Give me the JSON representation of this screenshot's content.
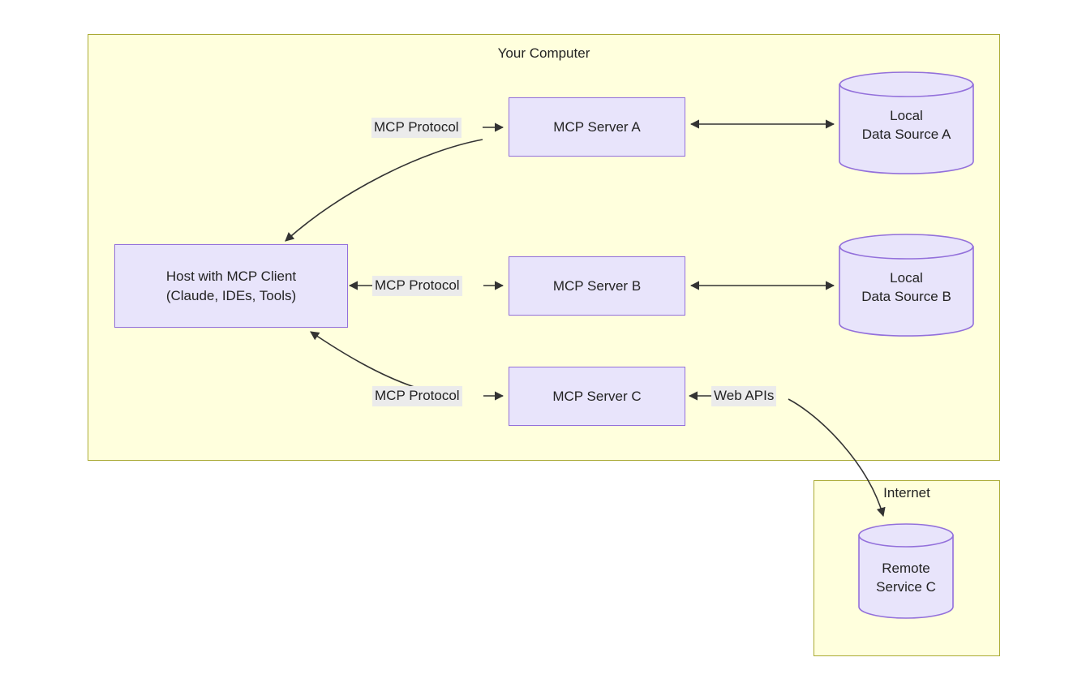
{
  "diagram": {
    "title_visible": false,
    "containers": [
      {
        "id": "your-computer",
        "label": "Your Computer"
      },
      {
        "id": "internet",
        "label": "Internet"
      }
    ],
    "nodes": {
      "host": {
        "line1": "Host with MCP Client",
        "line2": "(Claude, IDEs, Tools)"
      },
      "server_a": {
        "label": "MCP Server A"
      },
      "server_b": {
        "label": "MCP Server B"
      },
      "server_c": {
        "label": "MCP Server C"
      },
      "data_a": {
        "line1": "Local",
        "line2": "Data Source A"
      },
      "data_b": {
        "line1": "Local",
        "line2": "Data Source B"
      },
      "remote_c": {
        "line1": "Remote",
        "line2": "Service C"
      }
    },
    "edge_labels": {
      "protocol_a": "MCP Protocol",
      "protocol_b": "MCP Protocol",
      "protocol_c": "MCP Protocol",
      "web_apis": "Web APIs"
    },
    "colors": {
      "container_fill": "#ffffdd",
      "container_stroke": "#aaaa33",
      "node_fill": "#e8e4fb",
      "node_stroke": "#9370db",
      "edge_stroke": "#333333",
      "label_bg": "#ebebeb",
      "text": "#232323",
      "page_bg": "#ffffff"
    }
  }
}
